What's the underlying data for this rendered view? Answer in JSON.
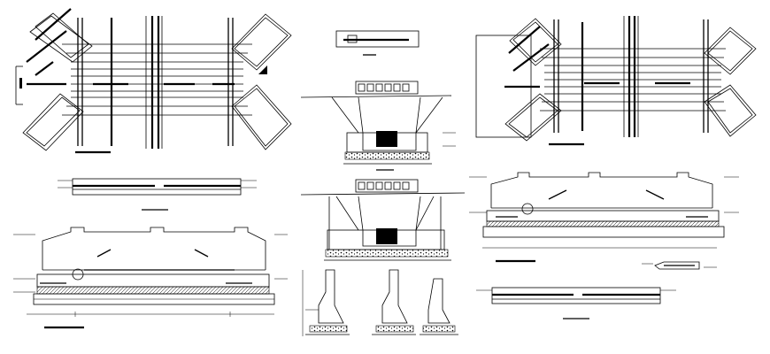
{
  "drawing": {
    "colors": {
      "line": "#000000",
      "background": "#ffffff"
    },
    "views": [
      "plan-view-left",
      "section-strip-left",
      "elevation-left",
      "keyplan-box",
      "cross-section-top",
      "cross-section-bottom",
      "pier-details",
      "plan-view-right",
      "elevation-right",
      "detail-small-right",
      "section-strip-right"
    ]
  }
}
